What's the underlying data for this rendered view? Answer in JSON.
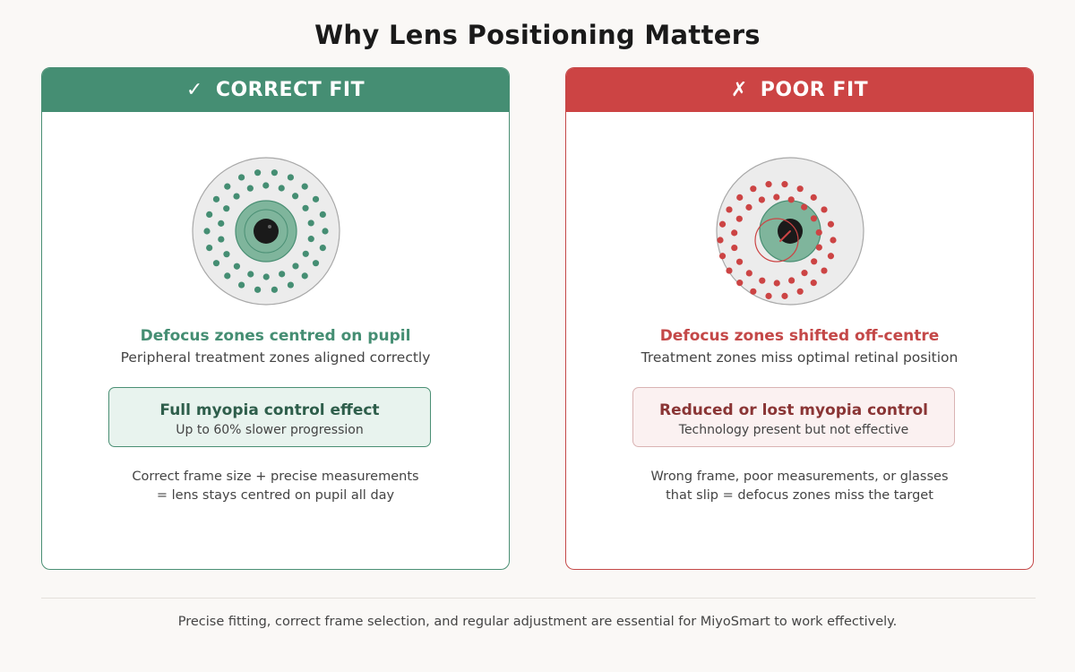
{
  "title": "Why Lens Positioning Matters",
  "colors": {
    "good": "#458e73",
    "bad": "#cc4444",
    "pupil": "#1a1a1a",
    "iris_good": "#7fb59c",
    "iris_bad": "#7fb59c"
  },
  "panels": {
    "correct": {
      "icon": "✓",
      "icon_name": "check-icon",
      "header": "CORRECT FIT",
      "zone_title": "Defocus zones centred on pupil",
      "zone_subtitle": "Peripheral treatment zones aligned correctly",
      "result_title": "Full myopia control effect",
      "result_subtitle": "Up to 60% slower progression",
      "note_lines": [
        "Correct frame size + precise measurements",
        "= lens stays centred on pupil all day"
      ]
    },
    "poor": {
      "icon": "✗",
      "icon_name": "cross-icon",
      "header": "POOR FIT",
      "zone_title": "Defocus zones shifted off-centre",
      "zone_subtitle": "Treatment zones miss optimal retinal position",
      "result_title": "Reduced or lost myopia control",
      "result_subtitle": "Technology present but not effective",
      "note_lines": [
        "Wrong frame, poor measurements, or glasses",
        "that slip = defocus zones miss the target"
      ]
    }
  },
  "footer": "Precise fitting, correct frame selection, and regular adjustment are essential for MiyoSmart to work effectively."
}
